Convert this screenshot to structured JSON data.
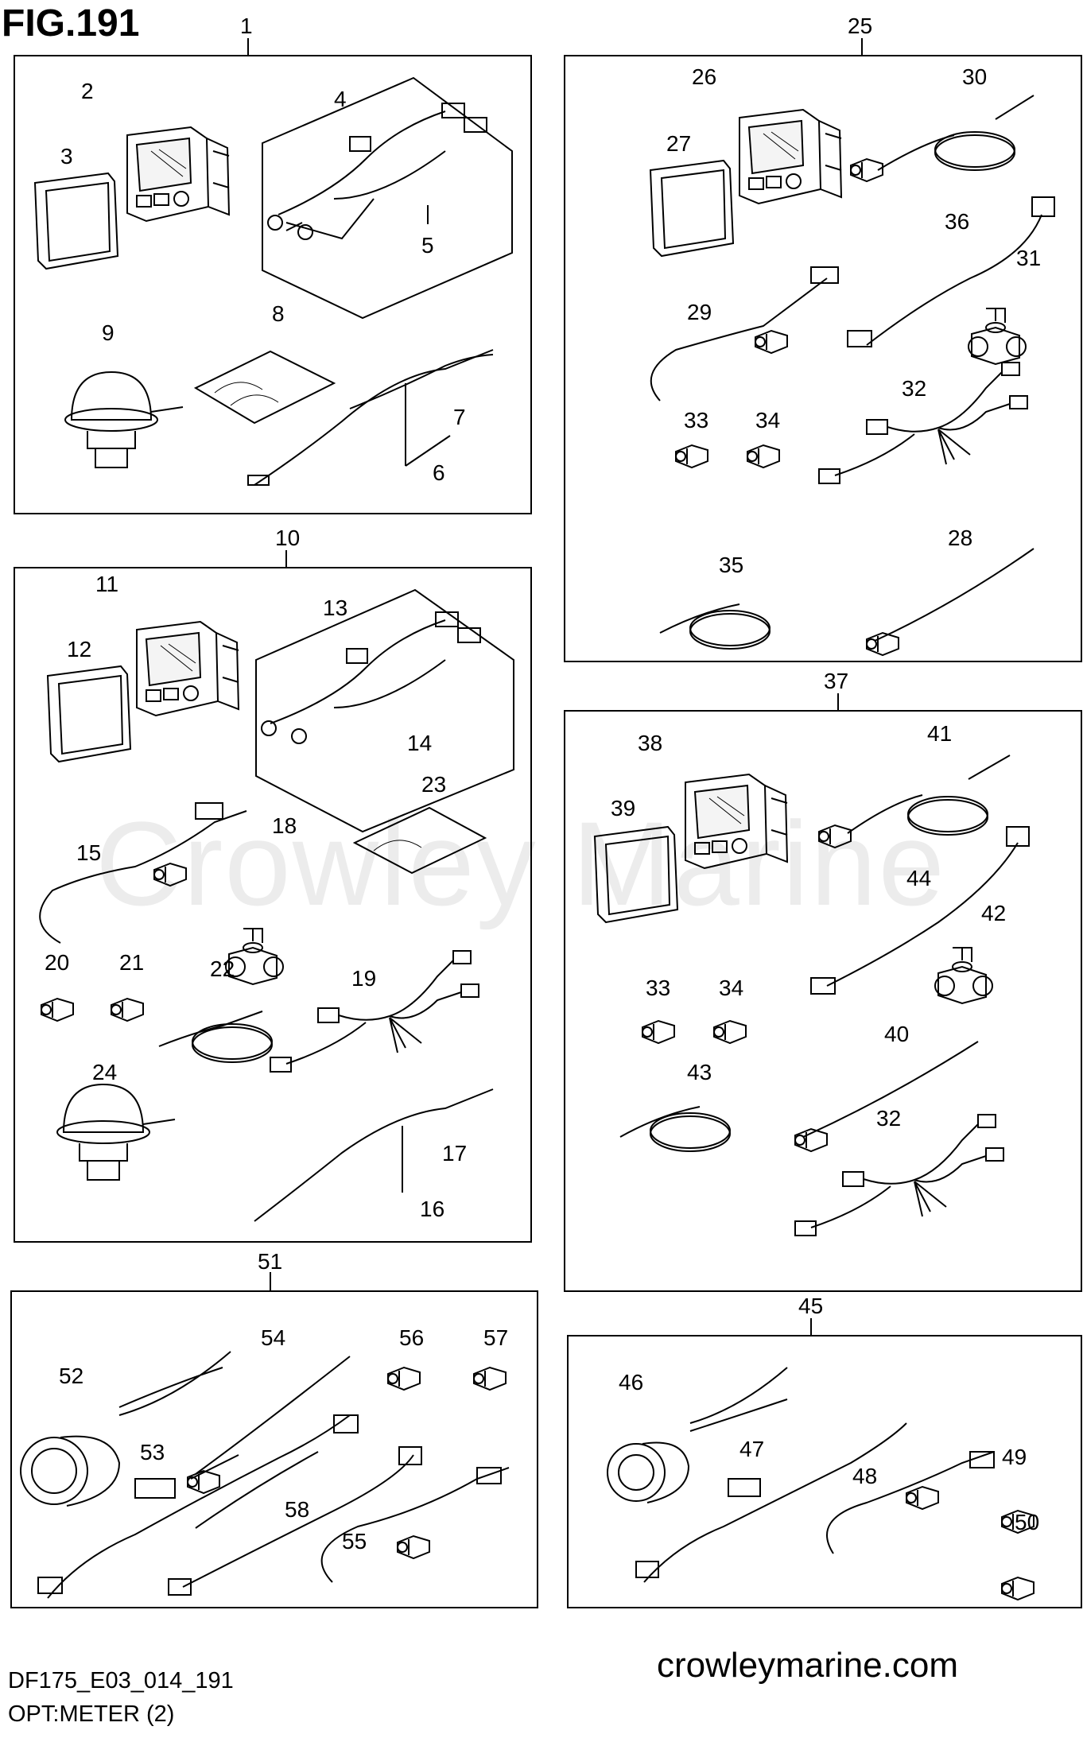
{
  "figure_title": "FIG.191",
  "footer": {
    "code": "DF175_E03_014_191",
    "subtitle": "OPT:METER (2)",
    "site": "crowleymarine.com"
  },
  "watermark": "Crowley Marine",
  "groups": {
    "g1": "1",
    "g10": "10",
    "g25": "25",
    "g37": "37",
    "g45": "45",
    "g51": "51"
  },
  "callouts": {
    "c2": "2",
    "c3": "3",
    "c4": "4",
    "c5": "5",
    "c6": "6",
    "c7": "7",
    "c8": "8",
    "c9": "9",
    "c11": "11",
    "c12": "12",
    "c13": "13",
    "c14": "14",
    "c15": "15",
    "c16": "16",
    "c17": "17",
    "c18": "18",
    "c19": "19",
    "c20": "20",
    "c21": "21",
    "c22": "22",
    "c23": "23",
    "c24": "24",
    "c26": "26",
    "c27": "27",
    "c28": "28",
    "c29": "29",
    "c30": "30",
    "c31": "31",
    "c32a": "32",
    "c33a": "33",
    "c34a": "34",
    "c35": "35",
    "c36": "36",
    "c38": "38",
    "c39": "39",
    "c40": "40",
    "c41": "41",
    "c42": "42",
    "c43": "43",
    "c44": "44",
    "c32b": "32",
    "c33b": "33",
    "c34b": "34",
    "c46": "46",
    "c47": "47",
    "c48": "48",
    "c49": "49",
    "c50": "50",
    "c52": "52",
    "c53": "53",
    "c54": "54",
    "c55": "55",
    "c56": "56",
    "c57": "57",
    "c58": "58"
  }
}
